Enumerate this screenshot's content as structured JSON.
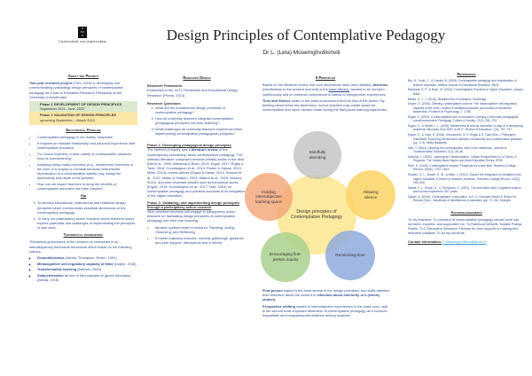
{
  "header": {
    "logo_text": "Universiteit van Amsterdam",
    "title": "Design Principles of Contemplative Pedagogy",
    "author": "Dr L. (Lela) Mosemghvdlishvili"
  },
  "about": {
    "heading": "About the Project",
    "intro_bold": "Two-year research project",
    "intro": " (2021-2023) in developing and communicating (validating) design principles of contemplative pedagogy as a part of Education Research Fellowship at the University of Amsterdam.",
    "phase1_title": "Phase 1  DEVELOPMENT OF DESIGN PRINCIPLES",
    "phase1_dates": "September 2021- June, 2022",
    "phase2_title": "Phase 2  VALIDATION OF DESIGN PRINCIPLES",
    "phase2_dates": "upcoming September – March 2023"
  },
  "problem": {
    "heading": "Educational Problem",
    "items": [
      "Contemplative pedagogy is not readily 'adoptable'.",
      "It requires an intimate relationship and personal experience with contemplative practices.",
      "For novice teachers, a wide variety of contemplative practices may be overwhelming.",
      "Adopting ready-made exercises (e.g., mindfulness exercises in the form of a scripts) is not ideal because instrumental reproduction of a contemplative activity may mislay the authenticity and depth of the practice.",
      "How can we inspire teachers to bring the benefits of contemplative education into their classes?"
    ]
  },
  "aim": {
    "heading": "Aim",
    "items": [
      "To develop educational, instructional and relational design principles which communicate essential dimensions of the contemplative pedagogy.",
      "To carry out participatory action research where teachers adopt, explore potentials and challenges of implementing the principles in own work."
    ]
  },
  "framework": {
    "heading": "Theoretical framework:",
    "intro": "Theoretical groundwork of the research is embedded in an interdisciplinary theoretical framework which builds on the following notions;",
    "items": [
      {
        "bold": "Groundlessness",
        "rest": " (Varela, Thompson, Rosch, 1991)"
      },
      {
        "bold": "Metacognitive self-regulatory capacity of Mind",
        "rest": " (Dorjee, 2016)"
      },
      {
        "bold": "Transformative learning",
        "rest": " (Mezirov, 2000)"
      },
      {
        "bold": "Subjectivization",
        "rest": " as one of the purposes of (good) education (Biesta, 2015)"
      }
    ]
  },
  "design": {
    "heading": "Research Design",
    "framework_title": "Research Framework",
    "framework_text": "Embedded in the SoTL Framework and Educational Design Research (Plomp, 2013)",
    "questions_title": "Research Questions",
    "questions": [
      "What are the fundamental design principles of contemplative pedagogy?",
      "How do university teachers integrate contemplative pedagogical principles into their teaching?",
      "What challenges do university teachers experience when implementing contemplative pedagogical principles?"
    ],
    "phase1_title": "Phase 1: Developing pedagogical design principles",
    "phase1_a": "The method of inquiry was a ",
    "phase1_bold": "literature review",
    "phase1_b": " of the contemporary scholarship about contemplative pedagogy. The selected literature comprised seminal (edited) books in the field (Bai et al., 2009; Barbezat & Bush, 2013; Ergas, 2017; Ergas & Todd, 2016; Gunnlaugson et al., 2014; Parker & Zajonc, 2010, Miller, 2013), review articles (Ergas & Hadar, 2019; Shapiro et al., 2011; Walsh & Shapiro, 2003; Waters et al., 2015; Wosers, 2019), and peer-reviewed articles such as theoretical works (Ergas, 2019; Gunnlaugson et al., 2017; Hart, 2004) on contemplative pedagogy and practical accounts of its integration in the higher education.",
    "phase2_title": "Phase 2: Validating, and implementing design principles through a participatory action research",
    "phase2_text": "Nine volunteer teachers will engage in participatory action research on translating design principles of contemplative pedagogy into their own teaching.",
    "phase2_items": [
      "Iterative cyclical mode of research: Planning, Acting, Observing, and Reflecting",
      "6-month trajectory includes: monthly gatherings, guidance, and peer support, discussions and a retreat."
    ]
  },
  "principles": {
    "heading": "5 Principles",
    "p1_a": "Based on the literature review, five core dimensions have been distilled. ",
    "p1_bold": "Attention",
    "p1_b": " (mindfulness to the present moment) is the ",
    "p1_link": "basic literacy,",
    "p1_c": " needed to be nurtured continuously and an entrance competence to attend to introspective experiences.",
    "p2_bold": "Time and Silence",
    "p2": " relate to the class environment and the flow of the lesson. By thinking about these two dimension, novice teachers may create space for contemplation and much needed break during the fast-paced learning trajectories.",
    "center": "Design principles of Contemplative Pedagogy",
    "circles": {
      "mindful": "Mindfully attending",
      "silence": "Allowing silence",
      "time": "Reorienting time",
      "inquiry": "Encouraging first-person inquiry",
      "holding": "Holding intersubjective learning space"
    },
    "p3_bold": "First-person",
    "p3": " inquiry is the most central to the design principles, and shifts attention from reflection about the content to ",
    "p3_bold2": "reflection about interiority of a (whole) student.",
    "p4_bold": "Perspective shifting",
    "p4": " relates to intersubjective experiences in the class room, and is the second most important dimension of contemplative pedagogy, as it nurtures empathetic and compassionate relations among students."
  },
  "references": {
    "heading": "References",
    "items": [
      "Bai, H., Scott, C., & Donald, B. (2009). Contemplative pedagogy and revitalization of teacher education. Alberta Journal of Educational Research, 55(3).",
      "Barbezat, D. P., & Bush, M. (2014). Contemplative Practices in Higher Education. Jossey-Bass.",
      "Biesta, G. J. J. (2015). Beautiful risk of education. Routledge.",
      "Dorjee, D. (2016). Defining contemplative science: The metacognitive self-regulatory capacity of the mind, context of meditation practice and modes of existential awareness. Frontiers in Psychology, 7, 1788.",
      "Ergas, O. (2019). A contemplative turn in education: charting a curricular-pedagogical countermovement. Pedagogy, Culture & Society, 27(2), 251–270.",
      "Ergas, O., & Hadar, L. L. (2019). Mindfulness in and as education: A map of a developing academic discourse from 2002 to 2017. Review of Education, 7(3), 757–797.",
      "Ergas, O., & Todd, S. (2016). Introduction. In O. Ergas & S. Todd (Eds.), Philosophy East/West: Exploring intersections between educational and contemplative practices (pp. 1–9). Wiley Blackwell.",
      "Hart, T. (2004). Opening the contemplative mind in the classroom. Journal of Transformative Education, 2(1), 28–46.",
      "Mezirow, J. (2000). Learning as Transformation: Critical Perspectives on a Theory in Progress. The Jossey-Bass Higher and Adult Education Series. ERIC.",
      "Roth, H. (2006). Contemplative studies: Prospects for a new field. Teachers College Record, 108(9), 1787–1815.",
      "Shapiro, S. L., Brown, K. W., & Astin, J. (2011). Toward the integration of meditation into higher education: A review of research evidence. Teachers College Record, 113(3), 493–528.",
      "Varela, F. J., Rosch, E., & Thompson, E. (1991). The embodied mind: Cognitive science and human experience. MIT press.",
      "Zajonc, A. (2016). Contemplation in education. In K. A. Schonert-Reichl & Robert W. Roeser (Eds.), Handbook of mindfulness in education (pp. 17–28). Springer."
    ]
  },
  "acknowledgements": {
    "heading": "Acknowledgements",
    "text": "To my teachers; To pioneers of contemplative pedagogy whose work has nurtured, inspired, and supported me; To Radboud Winkels, Natalie Pareja Roblin, TLC Education Research Fellows for their support in making this research possible; To all my students.",
    "contact_label": "Contact information:",
    "contact_email": "L.Mosemghvdlishvili@uva.nl"
  },
  "colors": {
    "text": "#2f4b8f",
    "phase1": "#dbe9cf",
    "phase2": "#fbe7a8",
    "center": "#fde58a",
    "mindful": "#c8c8c8",
    "silence": "#fcd364",
    "time": "#8faadc",
    "inquiry": "#a9d18e",
    "holding": "#f2a477"
  }
}
